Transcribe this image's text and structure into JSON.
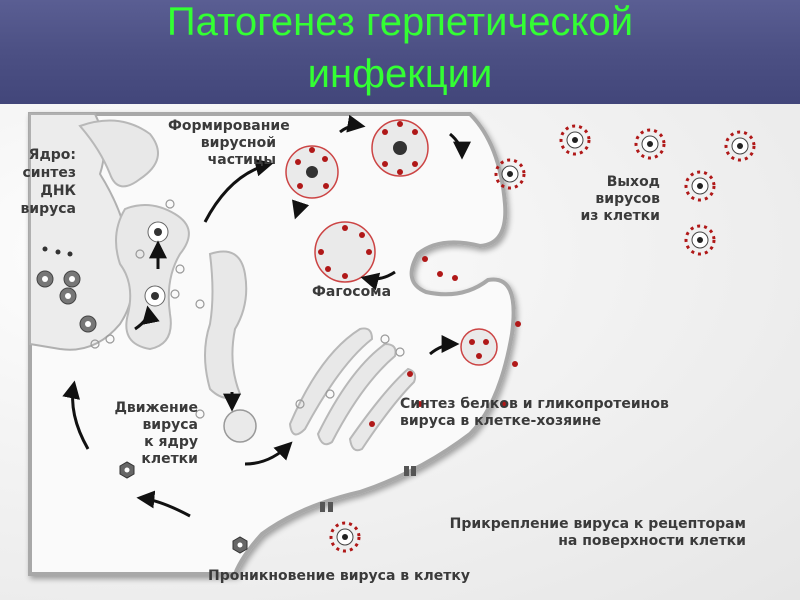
{
  "title": {
    "line1": "Патогенез герпетической",
    "line2": "инфекции"
  },
  "labels": {
    "nucleus": [
      "Ядро:",
      "синтез",
      "ДНК",
      "вируса"
    ],
    "formation": [
      "Формирование",
      "вирусной",
      "частицы"
    ],
    "exit": [
      "Выход",
      "вирусов",
      "из клетки"
    ],
    "phagosome": "Фагосома",
    "movement": [
      "Движение",
      "вируса",
      "к ядру",
      "клетки"
    ],
    "synthesis": [
      "Синтез белков и гликопротеинов",
      "вируса в клетке-хозяине"
    ],
    "attachment": [
      "Прикрепление вируса к рецепторам",
      "на поверхности клетки"
    ],
    "penetration": "Проникновение вируса в клетку"
  },
  "colors": {
    "title_text": "#33ff33",
    "title_bg": "#4c5084",
    "virus_spike": "#b01818",
    "cell_outline": "#a8a8a8",
    "label_text": "#3a3a3a"
  }
}
